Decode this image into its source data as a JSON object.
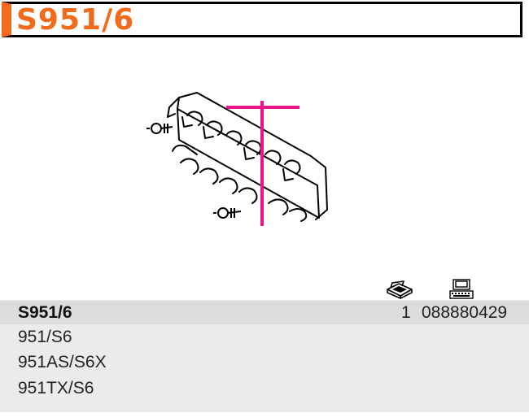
{
  "header": {
    "title": "S951/6",
    "accent_color": "#f26a1b"
  },
  "illustration": {
    "subject": "tool holder rack with T-handle wrench and screws",
    "highlight_color": "#e8168c"
  },
  "icons": {
    "quantity_icon": "package-icon",
    "code_icon": "barcode-terminal-icon"
  },
  "table": {
    "main_row": {
      "name": "S951/6",
      "quantity": "1",
      "code": "088880429"
    },
    "sub_rows": [
      {
        "name": "951/S6"
      },
      {
        "name": "951AS/S6X"
      },
      {
        "name": "951TX/S6"
      }
    ]
  }
}
